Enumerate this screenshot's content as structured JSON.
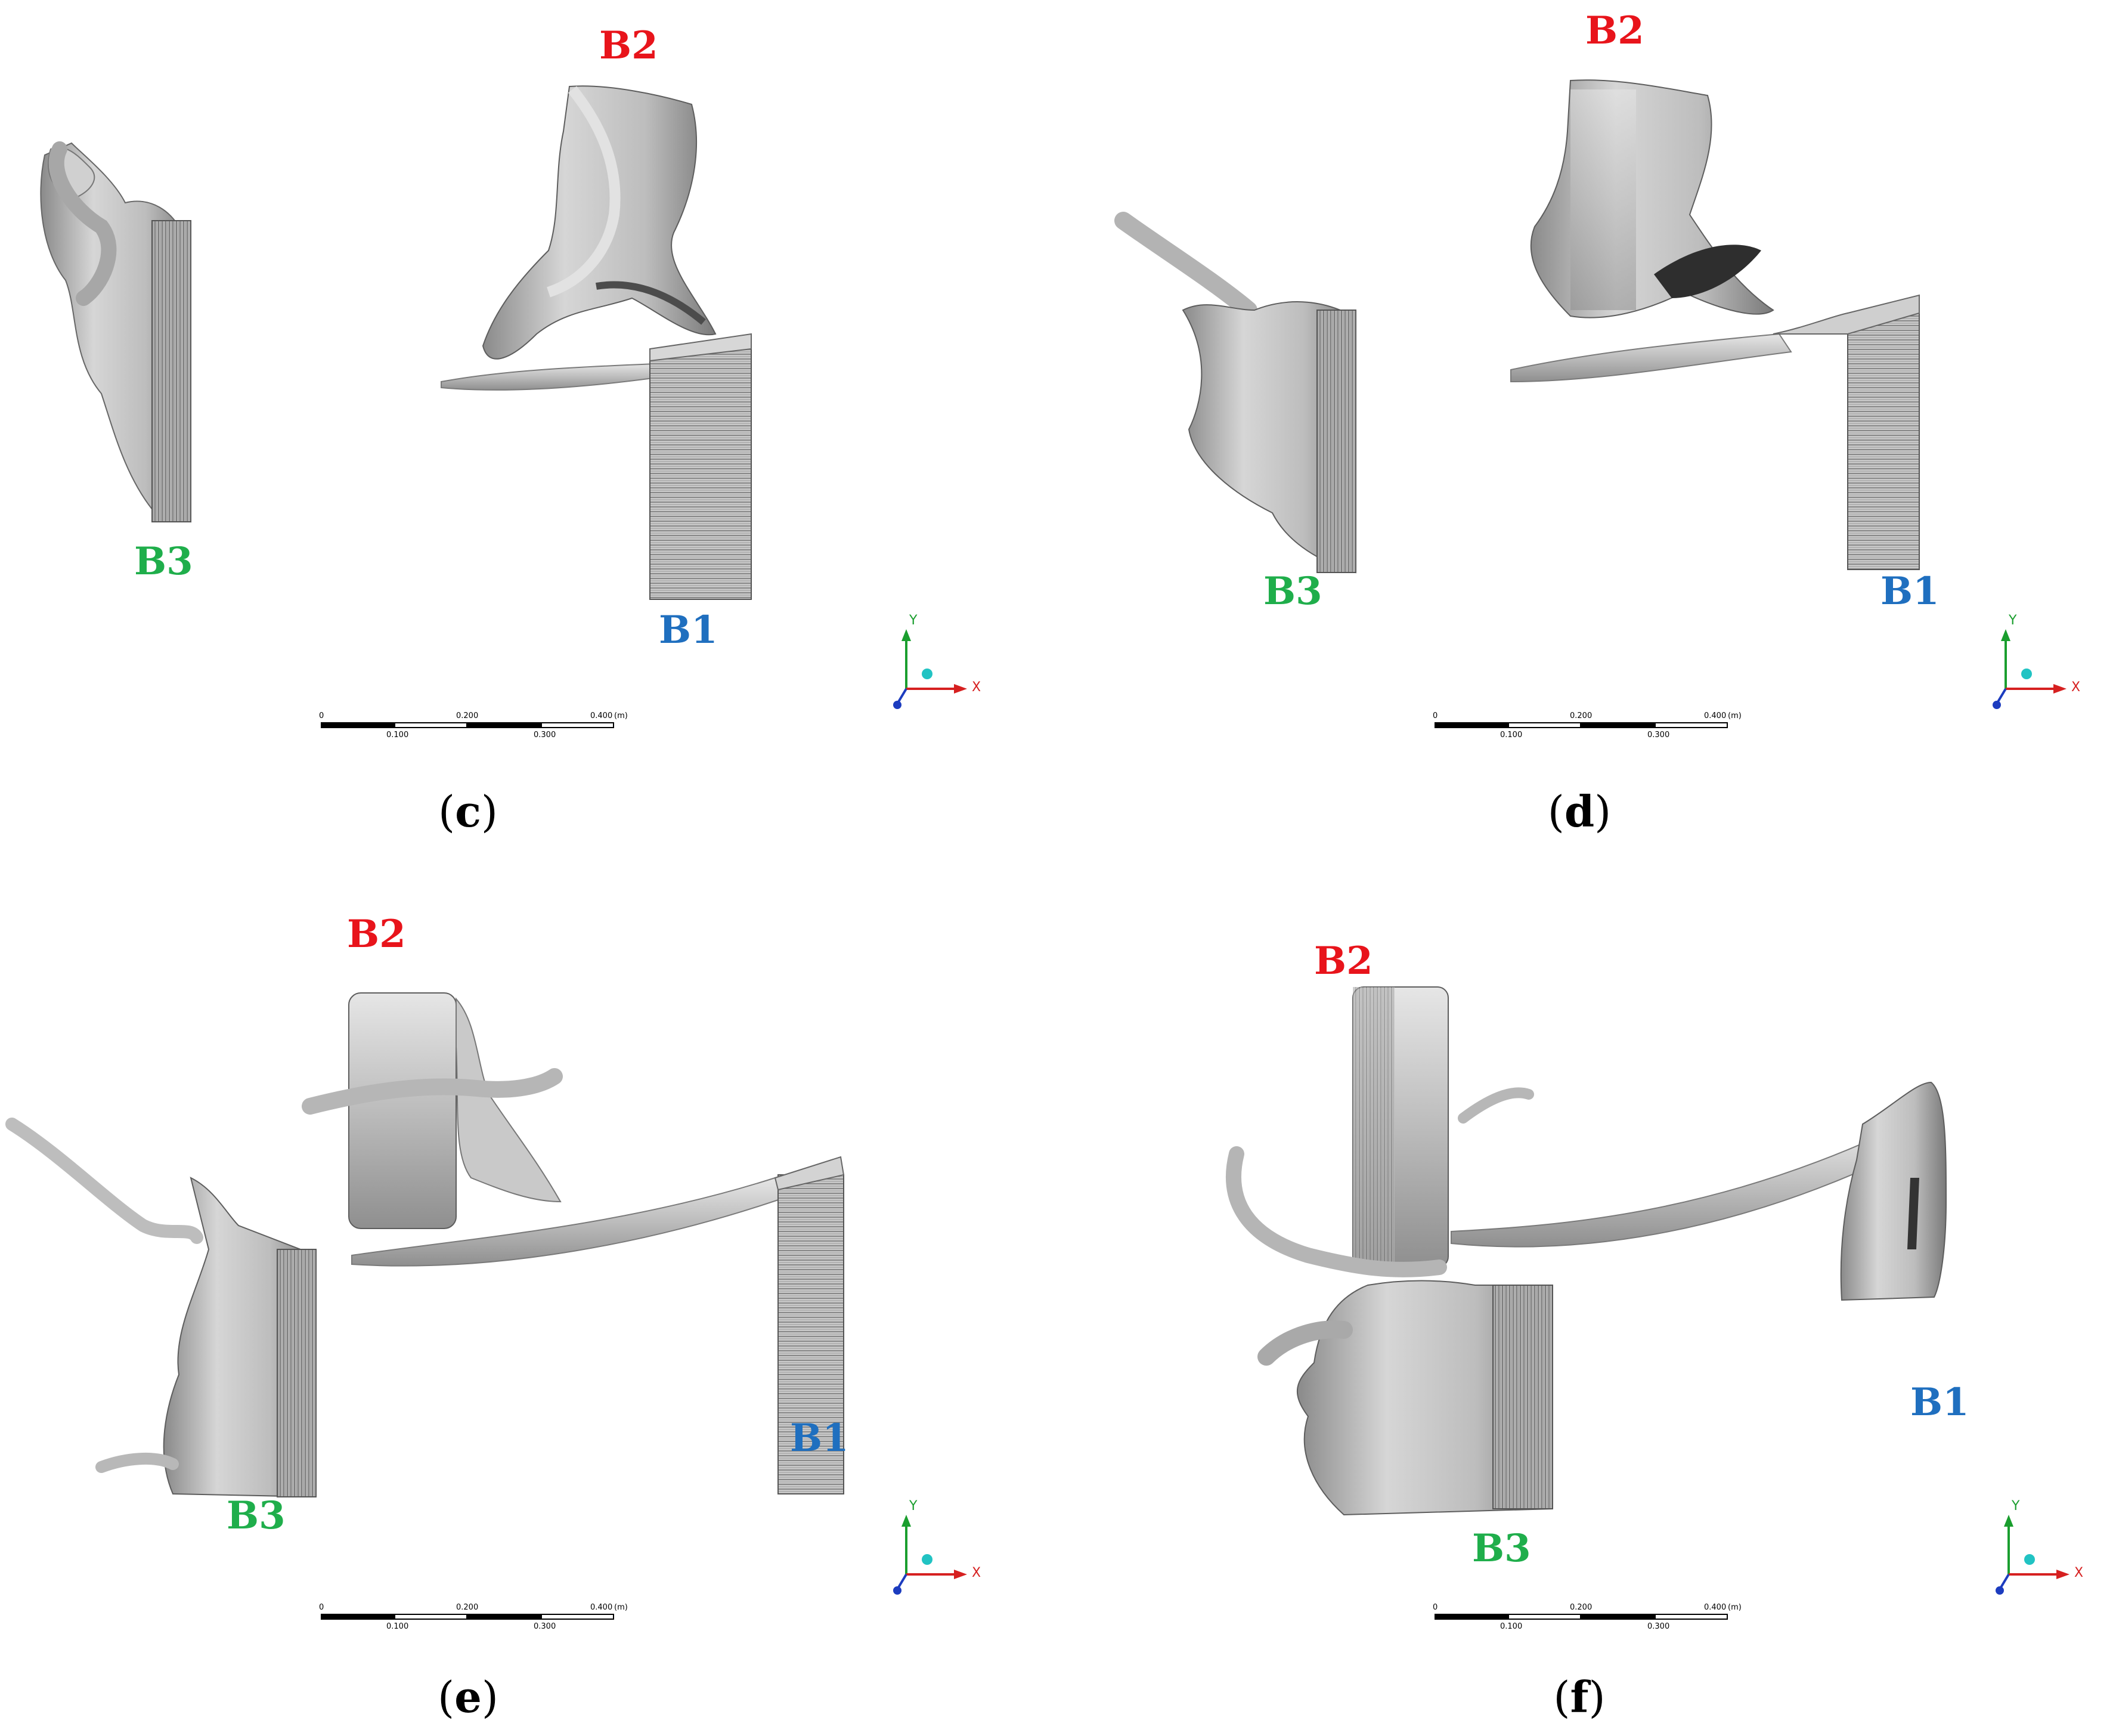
{
  "labels": {
    "b1": "B1",
    "b2": "B2",
    "b3": "B3"
  },
  "colors": {
    "b1": "#1f6fbf",
    "b2": "#e8141b",
    "b3": "#1fae4b"
  },
  "scale": {
    "t0": "0",
    "t100": "0.100",
    "t200": "0.200",
    "t300": "0.300",
    "t400": "0.400",
    "unit": "(m)"
  },
  "axes": {
    "y": "Y",
    "x": "X"
  },
  "panels": [
    {
      "id": "c",
      "open": "(",
      "letter": "c",
      "close": ")"
    },
    {
      "id": "d",
      "open": "(",
      "letter": "d",
      "close": ")"
    },
    {
      "id": "e",
      "open": "(",
      "letter": "e",
      "close": ")"
    },
    {
      "id": "f",
      "open": "(",
      "letter": "f",
      "close": ")"
    }
  ]
}
